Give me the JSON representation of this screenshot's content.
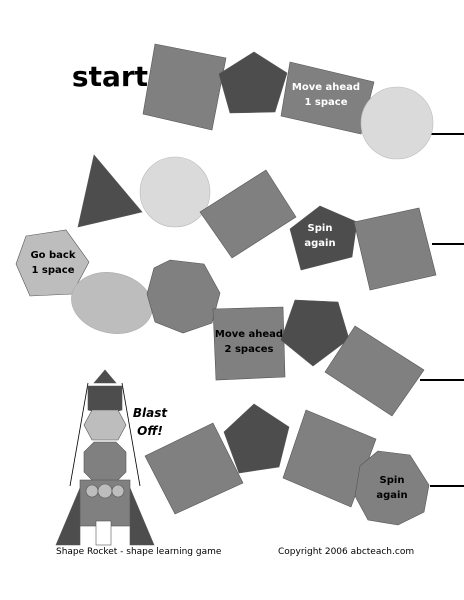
{
  "title": "start",
  "colors": {
    "dark": "#4d4d4d",
    "medium": "#808080",
    "light": "#bdbdbd",
    "pale": "#dadada",
    "line": "#000000"
  },
  "spaces": [
    {
      "shape": "square",
      "color": "medium"
    },
    {
      "shape": "pentagon",
      "color": "dark"
    },
    {
      "shape": "square",
      "color": "medium",
      "label": "Move ahead 1 space"
    },
    {
      "shape": "circle",
      "color": "pale"
    },
    {
      "shape": "triangle",
      "color": "dark"
    },
    {
      "shape": "circle",
      "color": "pale"
    },
    {
      "shape": "square",
      "color": "medium"
    },
    {
      "shape": "pentagon",
      "color": "dark",
      "label": "Spin again"
    },
    {
      "shape": "square",
      "color": "medium"
    },
    {
      "shape": "hexagon",
      "color": "light",
      "label": "Go back 1 space"
    },
    {
      "shape": "oval",
      "color": "light"
    },
    {
      "shape": "octagon",
      "color": "medium"
    },
    {
      "shape": "square",
      "color": "medium",
      "label": "Move ahead 2 spaces"
    },
    {
      "shape": "pentagon",
      "color": "dark"
    },
    {
      "shape": "square",
      "color": "medium"
    },
    {
      "shape": "square",
      "color": "medium"
    },
    {
      "shape": "pentagon",
      "color": "dark"
    },
    {
      "shape": "square",
      "color": "medium"
    },
    {
      "shape": "octagon",
      "color": "medium",
      "label": "Spin again"
    }
  ],
  "labels": {
    "move_ahead_1": [
      "Move ahead",
      "1 space"
    ],
    "spin_again_1": [
      "Spin",
      "again"
    ],
    "go_back_1": [
      "Go back",
      "1 space"
    ],
    "move_ahead_2": [
      "Move ahead",
      "2 spaces"
    ],
    "spin_again_2": [
      "Spin",
      "again"
    ]
  },
  "rocket": {
    "shapes": [
      "triangle",
      "pentagon",
      "hexagon",
      "octagon",
      "circle",
      "circle",
      "circle",
      "square",
      "triangle",
      "triangle"
    ],
    "caption": [
      "Blast",
      "Off!"
    ]
  },
  "footer": {
    "left": "Shape Rocket - shape learning game",
    "right": "Copyright 2006 abcteach.com"
  }
}
